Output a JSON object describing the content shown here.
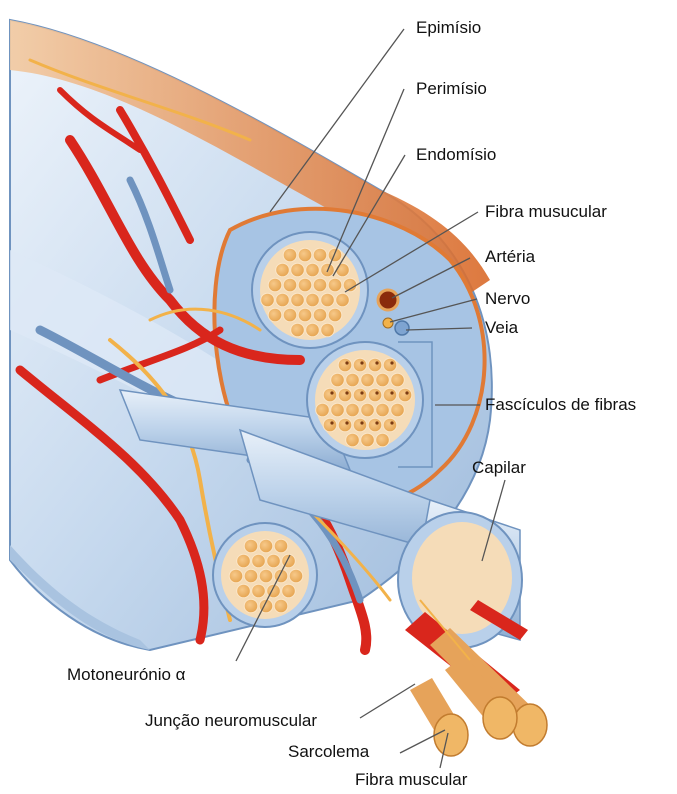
{
  "labels": {
    "epimisio": "Epimísio",
    "perimisio": "Perimísio",
    "endomisio": "Endomísio",
    "fibra_musucular": "Fibra musucular",
    "arteria": "Artéria",
    "nervo": "Nervo",
    "veia": "Veia",
    "fasciculos": "Fascículos de fibras",
    "capilar": "Capilar",
    "motoneuronio": "Motoneurónio α",
    "juncao": "Junção neuromuscular",
    "sarcolema": "Sarcolema",
    "fibra_muscular": "Fibra muscular"
  },
  "colors": {
    "tissue": "#cfe0f2",
    "tissue_dark": "#8fb0d4",
    "fiber": "#f0b766",
    "artery": "#d9261c",
    "nerve": "#f2b24a",
    "outer_sheath": "#e9a060"
  }
}
